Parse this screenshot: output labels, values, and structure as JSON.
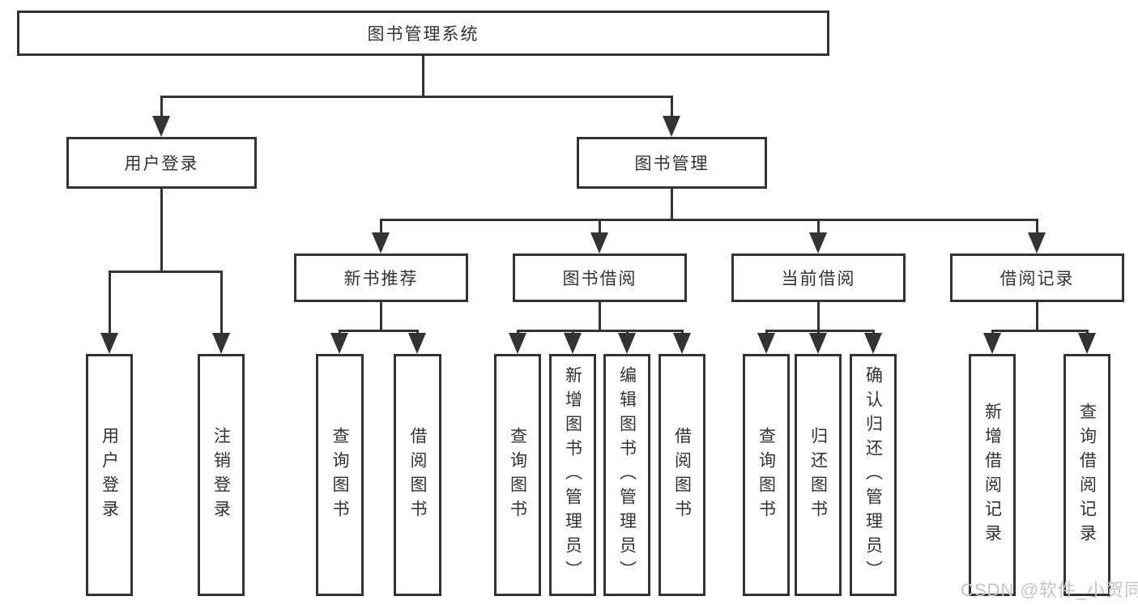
{
  "diagram": {
    "root": {
      "label": "图书管理系统"
    },
    "branches": [
      {
        "label": "用户登录",
        "children": [
          {
            "label": "用户登录"
          },
          {
            "label": "注销登录"
          }
        ]
      },
      {
        "label": "图书管理",
        "children": [
          {
            "label": "新书推荐",
            "children": [
              {
                "label": "查询图书"
              },
              {
                "label": "借阅图书"
              }
            ]
          },
          {
            "label": "图书借阅",
            "children": [
              {
                "label": "查询图书"
              },
              {
                "label": "新增图书（管理员）"
              },
              {
                "label": "编辑图书（管理员）"
              },
              {
                "label": "借阅图书"
              }
            ]
          },
          {
            "label": "当前借阅",
            "children": [
              {
                "label": "查询图书"
              },
              {
                "label": "归还图书"
              },
              {
                "label": "确认归还（管理员）"
              }
            ]
          },
          {
            "label": "借阅记录",
            "children": [
              {
                "label": "新增借阅记录"
              },
              {
                "label": "查询借阅记录"
              }
            ]
          }
        ]
      }
    ]
  },
  "watermark": {
    "text": "CSDN @软件_小贺同学"
  },
  "colors": {
    "line": "#333333",
    "background": "#ffffff",
    "text": "#333333",
    "watermark": "#c4c4c4"
  }
}
